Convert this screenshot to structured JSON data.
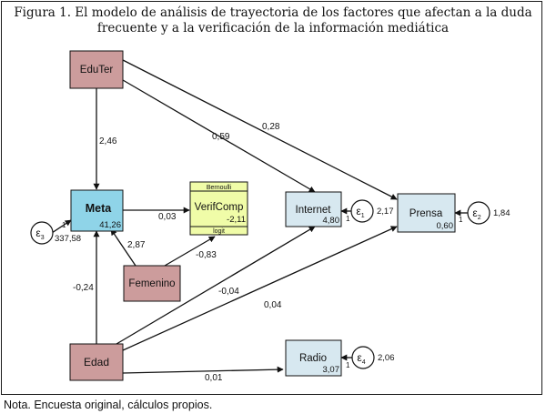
{
  "caption": {
    "line1": "Figura 1. El modelo de análisis de trayectoria de los factores que afectan a la duda",
    "line2": "frecuente y a la verificación de la información mediática"
  },
  "nodes": {
    "edu_ter": {
      "label": "EduTer",
      "color": "#cc9c9c"
    },
    "meta": {
      "label": "Meta",
      "value": "41,26",
      "color": "#8fd4e8"
    },
    "verif_comp": {
      "label": "VerifComp",
      "value": "-2,11",
      "top_label": "Bernoulli",
      "bottom_label": "logit",
      "color": "#f0fca8"
    },
    "femenino": {
      "label": "Femenino",
      "color": "#cc9c9c"
    },
    "edad": {
      "label": "Edad",
      "color": "#cc9c9c"
    },
    "internet": {
      "label": "Internet",
      "value": "4,80",
      "color": "#d7e8f0"
    },
    "prensa": {
      "label": "Prensa",
      "value": "0,60",
      "color": "#d7e8f0"
    },
    "radio": {
      "label": "Radio",
      "value": "3,07",
      "color": "#d7e8f0"
    }
  },
  "errors": {
    "e1": {
      "symbol": "ε",
      "sub": "1",
      "variance": "2,17"
    },
    "e2": {
      "symbol": "ε",
      "sub": "2",
      "variance": "1,84"
    },
    "e3": {
      "symbol": "ε",
      "sub": "3",
      "variance": "337,58"
    },
    "e4": {
      "symbol": "ε",
      "sub": "4",
      "variance": "2,06"
    }
  },
  "error_path_label": "1",
  "paths": {
    "eduter_meta": "2,46",
    "eduter_internet": "0,59",
    "eduter_prensa": "0,28",
    "meta_verifcomp": "0,03",
    "femenino_meta": "2,87",
    "femenino_verifcomp": "-0,83",
    "edad_meta": "-0,24",
    "edad_internet": "-0,04",
    "edad_prensa": "0,04",
    "edad_radio": "0,01"
  },
  "note": "Nota. Encuesta original, cálculos propios."
}
